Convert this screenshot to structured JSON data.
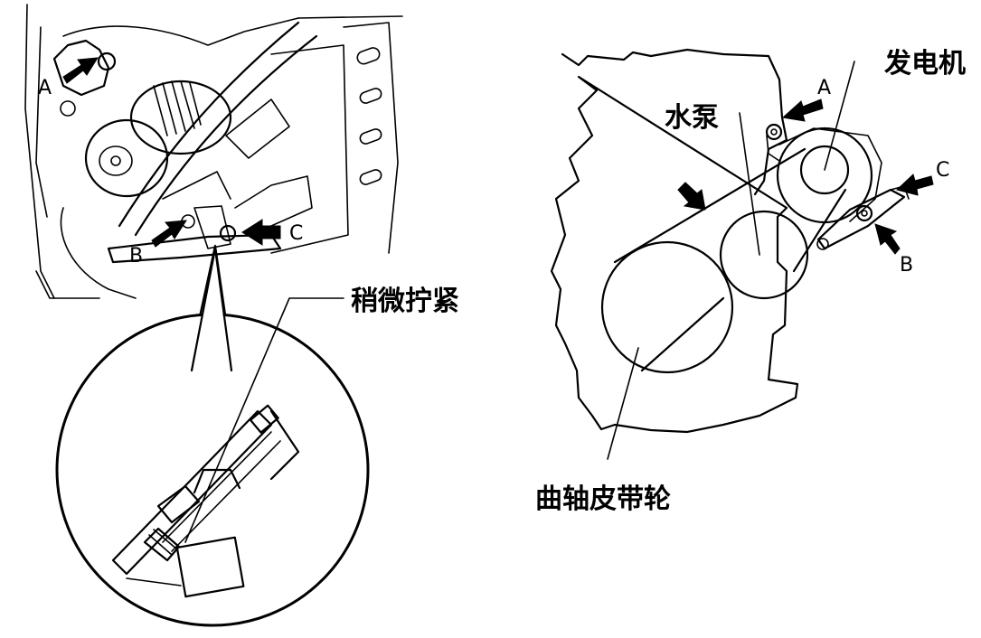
{
  "left_figure": {
    "label_a": "A",
    "label_b": "B",
    "label_c": "C",
    "callout_text": "稍微拧紧"
  },
  "right_figure": {
    "generator_label": "发电机",
    "water_pump_label": "水泵",
    "crank_pulley_label": "曲轴皮带轮",
    "label_a": "A",
    "label_b": "B",
    "label_c": "C"
  },
  "colors": {
    "ink": "#000000",
    "background": "#ffffff"
  }
}
